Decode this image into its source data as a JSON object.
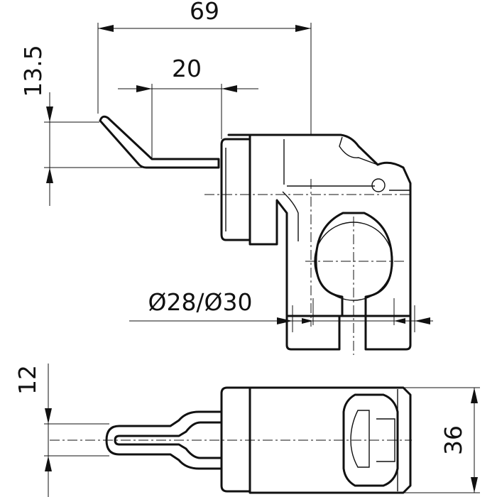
{
  "dimensions": {
    "overall_length": "69",
    "lever_length": "20",
    "lever_offset": "13.5",
    "tube_diameter": "Ø28/Ø30",
    "bottom_offset": "12",
    "body_width": "36"
  },
  "colors": {
    "line": "#111111",
    "background": "#ffffff"
  }
}
